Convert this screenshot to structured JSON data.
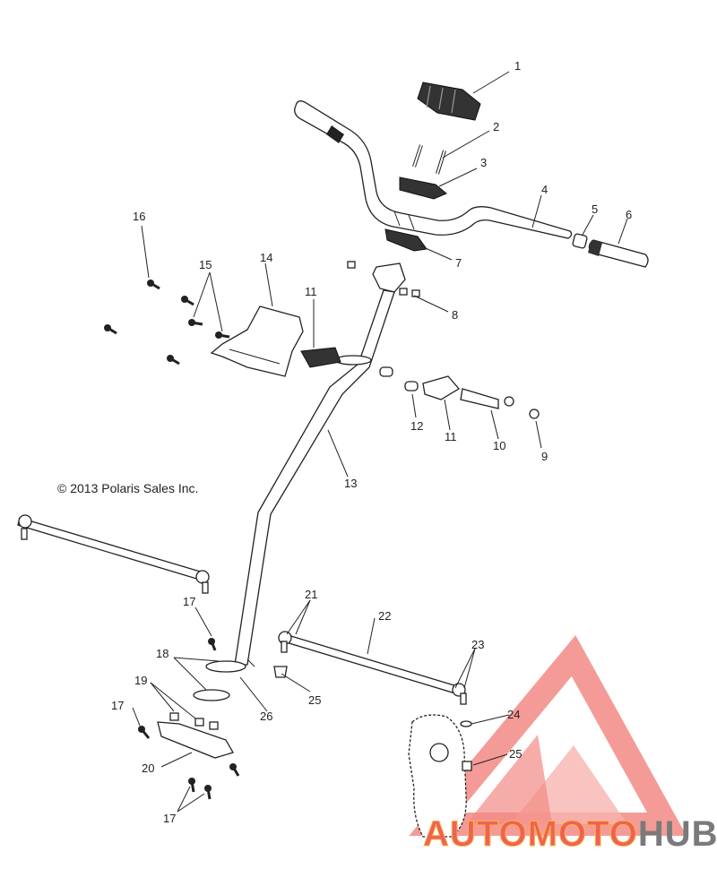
{
  "copyright": "© 2013 Polaris Sales Inc.",
  "watermark": {
    "part1": "AUTOMOTO",
    "part2": "HUB",
    "color_primary": "#f0605a",
    "color_secondary": "#f6b73c",
    "color_hub": "#8b8b8b"
  },
  "callouts": [
    {
      "id": "c1",
      "text": "1"
    },
    {
      "id": "c2",
      "text": "2"
    },
    {
      "id": "c3",
      "text": "3"
    },
    {
      "id": "c4",
      "text": "4"
    },
    {
      "id": "c5",
      "text": "5"
    },
    {
      "id": "c6",
      "text": "6"
    },
    {
      "id": "c7",
      "text": "7"
    },
    {
      "id": "c8",
      "text": "8"
    },
    {
      "id": "c9",
      "text": "9"
    },
    {
      "id": "c10",
      "text": "10"
    },
    {
      "id": "c11a",
      "text": "11"
    },
    {
      "id": "c11b",
      "text": "11"
    },
    {
      "id": "c12",
      "text": "12"
    },
    {
      "id": "c13",
      "text": "13"
    },
    {
      "id": "c14",
      "text": "14"
    },
    {
      "id": "c15",
      "text": "15"
    },
    {
      "id": "c16",
      "text": "16"
    },
    {
      "id": "c17a",
      "text": "17"
    },
    {
      "id": "c17b",
      "text": "17"
    },
    {
      "id": "c17c",
      "text": "17"
    },
    {
      "id": "c18",
      "text": "18"
    },
    {
      "id": "c19",
      "text": "19"
    },
    {
      "id": "c20",
      "text": "20"
    },
    {
      "id": "c21",
      "text": "21"
    },
    {
      "id": "c22",
      "text": "22"
    },
    {
      "id": "c23",
      "text": "23"
    },
    {
      "id": "c24",
      "text": "24"
    },
    {
      "id": "c25a",
      "text": "25"
    },
    {
      "id": "c25b",
      "text": "25"
    },
    {
      "id": "c26",
      "text": "26"
    }
  ]
}
